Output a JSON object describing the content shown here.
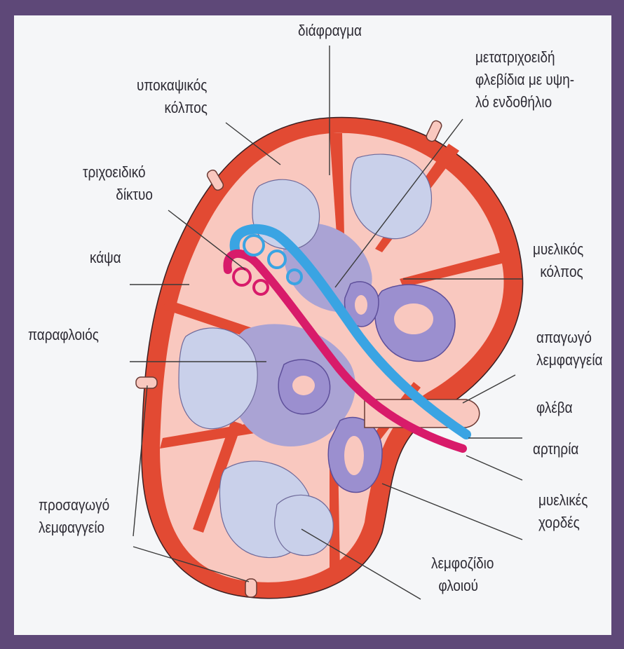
{
  "labels": {
    "diaphragm": "διάφραγμα",
    "subcapsular_sinus": [
      "υποκαψικός",
      "κόλπος"
    ],
    "post_capillary_venules": [
      "μετατριχοειδή",
      "φλεβίδια με υψη-",
      "λό ενδοθήλιο"
    ],
    "capillary_network": [
      "τριχοειδικό",
      "δίκτυο"
    ],
    "capsule": "κάψα",
    "medullary_sinus": [
      "μυελικός",
      "κόλπος"
    ],
    "paracortex": "παραφλοιός",
    "efferent_lymphatic": [
      "απαγωγό",
      "λεμφαγγεία"
    ],
    "vein": "φλέβα",
    "artery": "αρτηρία",
    "afferent_lymphatic": [
      "προσαγωγό",
      "λεμφαγγείο"
    ],
    "medullary_cords": [
      "μυελικές",
      "χορδές"
    ],
    "cortical_follicle": [
      "λεμφοζίδιο",
      "φλοιού"
    ]
  },
  "colors": {
    "capsule": "#e24a33",
    "sinus": "#f9c8bf",
    "follicle": "#c9d0ea",
    "paracortex": "#aaa3d4",
    "cords": "#9b8fcf",
    "artery": "#d81b6a",
    "vein": "#3aa4e3",
    "border": "#5e4878"
  }
}
